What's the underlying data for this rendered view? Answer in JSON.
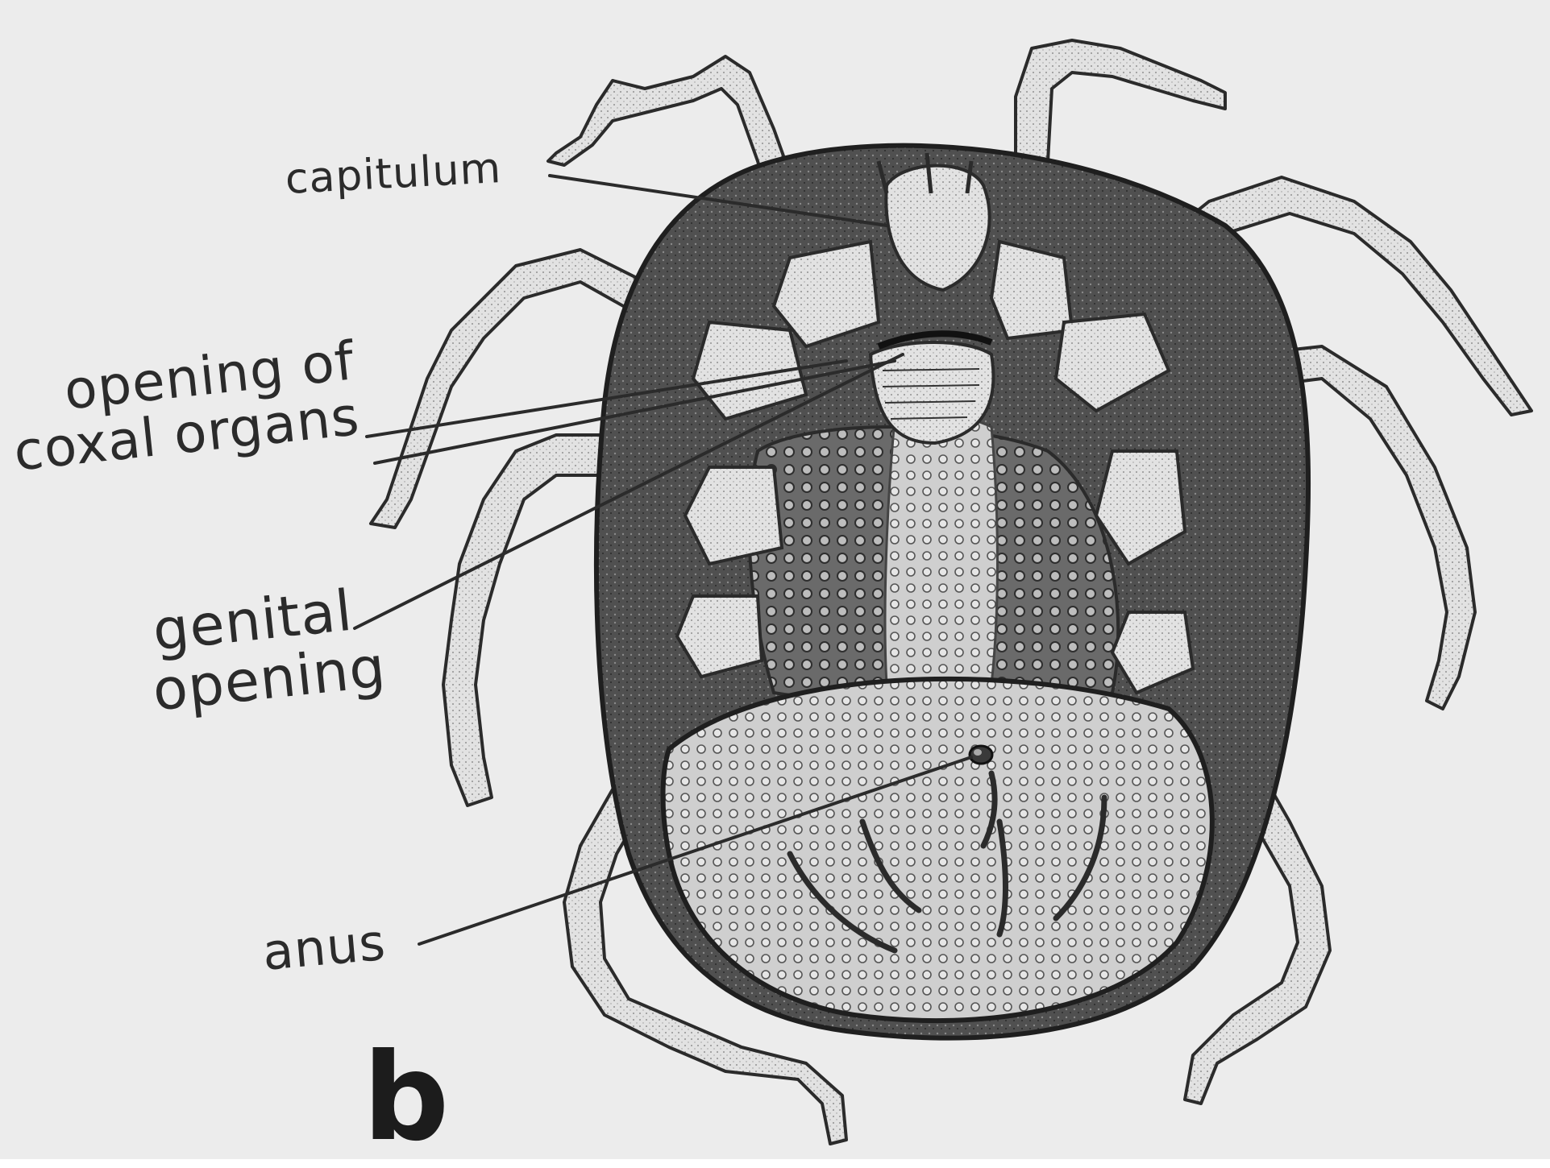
{
  "figure": {
    "panel_letter": "b",
    "labels": {
      "capitulum": "capitulum",
      "coxal_organs_line1": "opening of",
      "coxal_organs_line2": "coxal organs",
      "genital_line1": "genital",
      "genital_line2": "opening",
      "anus": "anus"
    }
  },
  "colors": {
    "paper": "#ececec",
    "ink": "#2b2b2b",
    "body_dark": "#3d3d3d",
    "plate_light": "#dcdcdc"
  }
}
